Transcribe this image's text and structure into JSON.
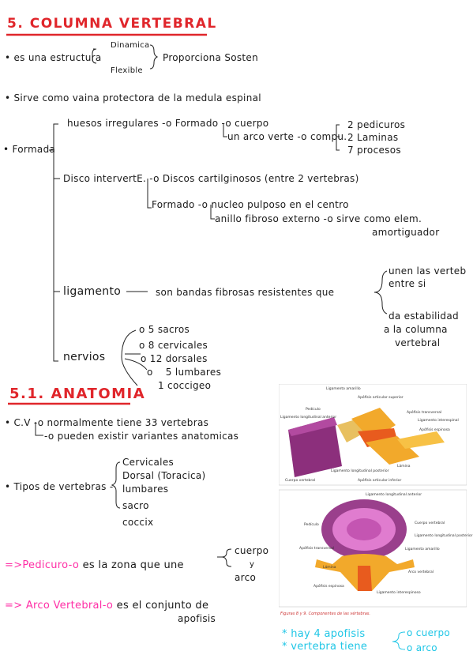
{
  "section5": {
    "number": "5.",
    "title": "COLUMNA VERTEBRAL",
    "estructura": {
      "lead": "es una estructura",
      "opt1": "Dinamica",
      "opt2": "Flexible",
      "result": "Proporciona Sosten"
    },
    "vaina": "Sirve como vaina protectora de la medula espinal",
    "formada": "Formada",
    "huesos": {
      "label": "huesos irregulares",
      "formado": "Formado",
      "cuerpo": "cuerpo",
      "arco": "un arco verte",
      "compu": "compu.",
      "pedicuros": "2 pedicuros",
      "laminas": "2 Laminas",
      "procesos": "7 procesos"
    },
    "disco": {
      "label": "Disco intervertE.",
      "discos": "Discos cartilginosos (entre 2 vertebras)",
      "formado": "Formado",
      "nucleo": "nucleo pulposo en el centro",
      "anillo": "anillo fibroso externo",
      "sirve": "sirve como elem.",
      "amortiguador": "amortiguador"
    },
    "ligamento": {
      "label": "ligamento",
      "desc": "son bandas fibrosas resistentes que",
      "unen1": "unen las verteb",
      "unen2": "entre si",
      "da1": "da estabilidad",
      "da2": "a la columna",
      "da3": "vertebral"
    },
    "nervios": {
      "label": "nervios",
      "items": [
        "5 sacros",
        "8 cervicales",
        "12 dorsales",
        "5 lumbares",
        "1 coccigeo"
      ]
    }
  },
  "section51": {
    "number": "5.1.",
    "title": "ANATOMIA",
    "cv": "C.V",
    "cv1": "normalmente tiene 33 vertebras",
    "cv2": "pueden existir variantes anatomicas",
    "tipos": "Tipos de vertebras",
    "tipos_items": [
      "Cervicales",
      "Dorsal (Toracica)",
      "lumbares",
      "sacro",
      "coccix"
    ],
    "pedicuro_label": "=>Pedicuro",
    "pedicuro_desc": "es la zona que une",
    "pedicuro_opts": [
      "cuerpo",
      "y",
      "arco"
    ],
    "arco_label": "=> Arco Vertebral",
    "arco_desc1": "es el conjunto de",
    "arco_desc2": "apofisis",
    "note1": "hay 4 apofisis",
    "note2": "vertebra tiene",
    "note_opts": [
      "cuerpo",
      "arco"
    ]
  },
  "figure": {
    "caption": "Figuras 8 y 9. Componentes de las vértebras.",
    "top_labels": [
      "Ligamento amarillo",
      "Apófisis articular superior",
      "Pedículo",
      "Apófisis transversal",
      "Ligamento longitudinal anterior",
      "Ligamento interespinal",
      "Apófisis espinosa",
      "Lámina",
      "Ligamento longitudinal posterior",
      "Cuerpo vertebral",
      "Apófisis articular inferior"
    ],
    "bottom_labels": [
      "Ligamento longitudinal anterior",
      "Pedículo",
      "Cuerpo vertebral",
      "Ligamento longitudinal posterior",
      "Apófisis transversal",
      "Ligamento amarillo",
      "Lámina",
      "Arco vertebral",
      "Apófisis espinosa",
      "Ligamento interespinoso"
    ]
  },
  "colors": {
    "heading": "#e0262b",
    "highlight": "#ff2fa6",
    "note": "#1fc6e6",
    "bone": "#f2a92b",
    "disc": "#8c2f7c"
  }
}
